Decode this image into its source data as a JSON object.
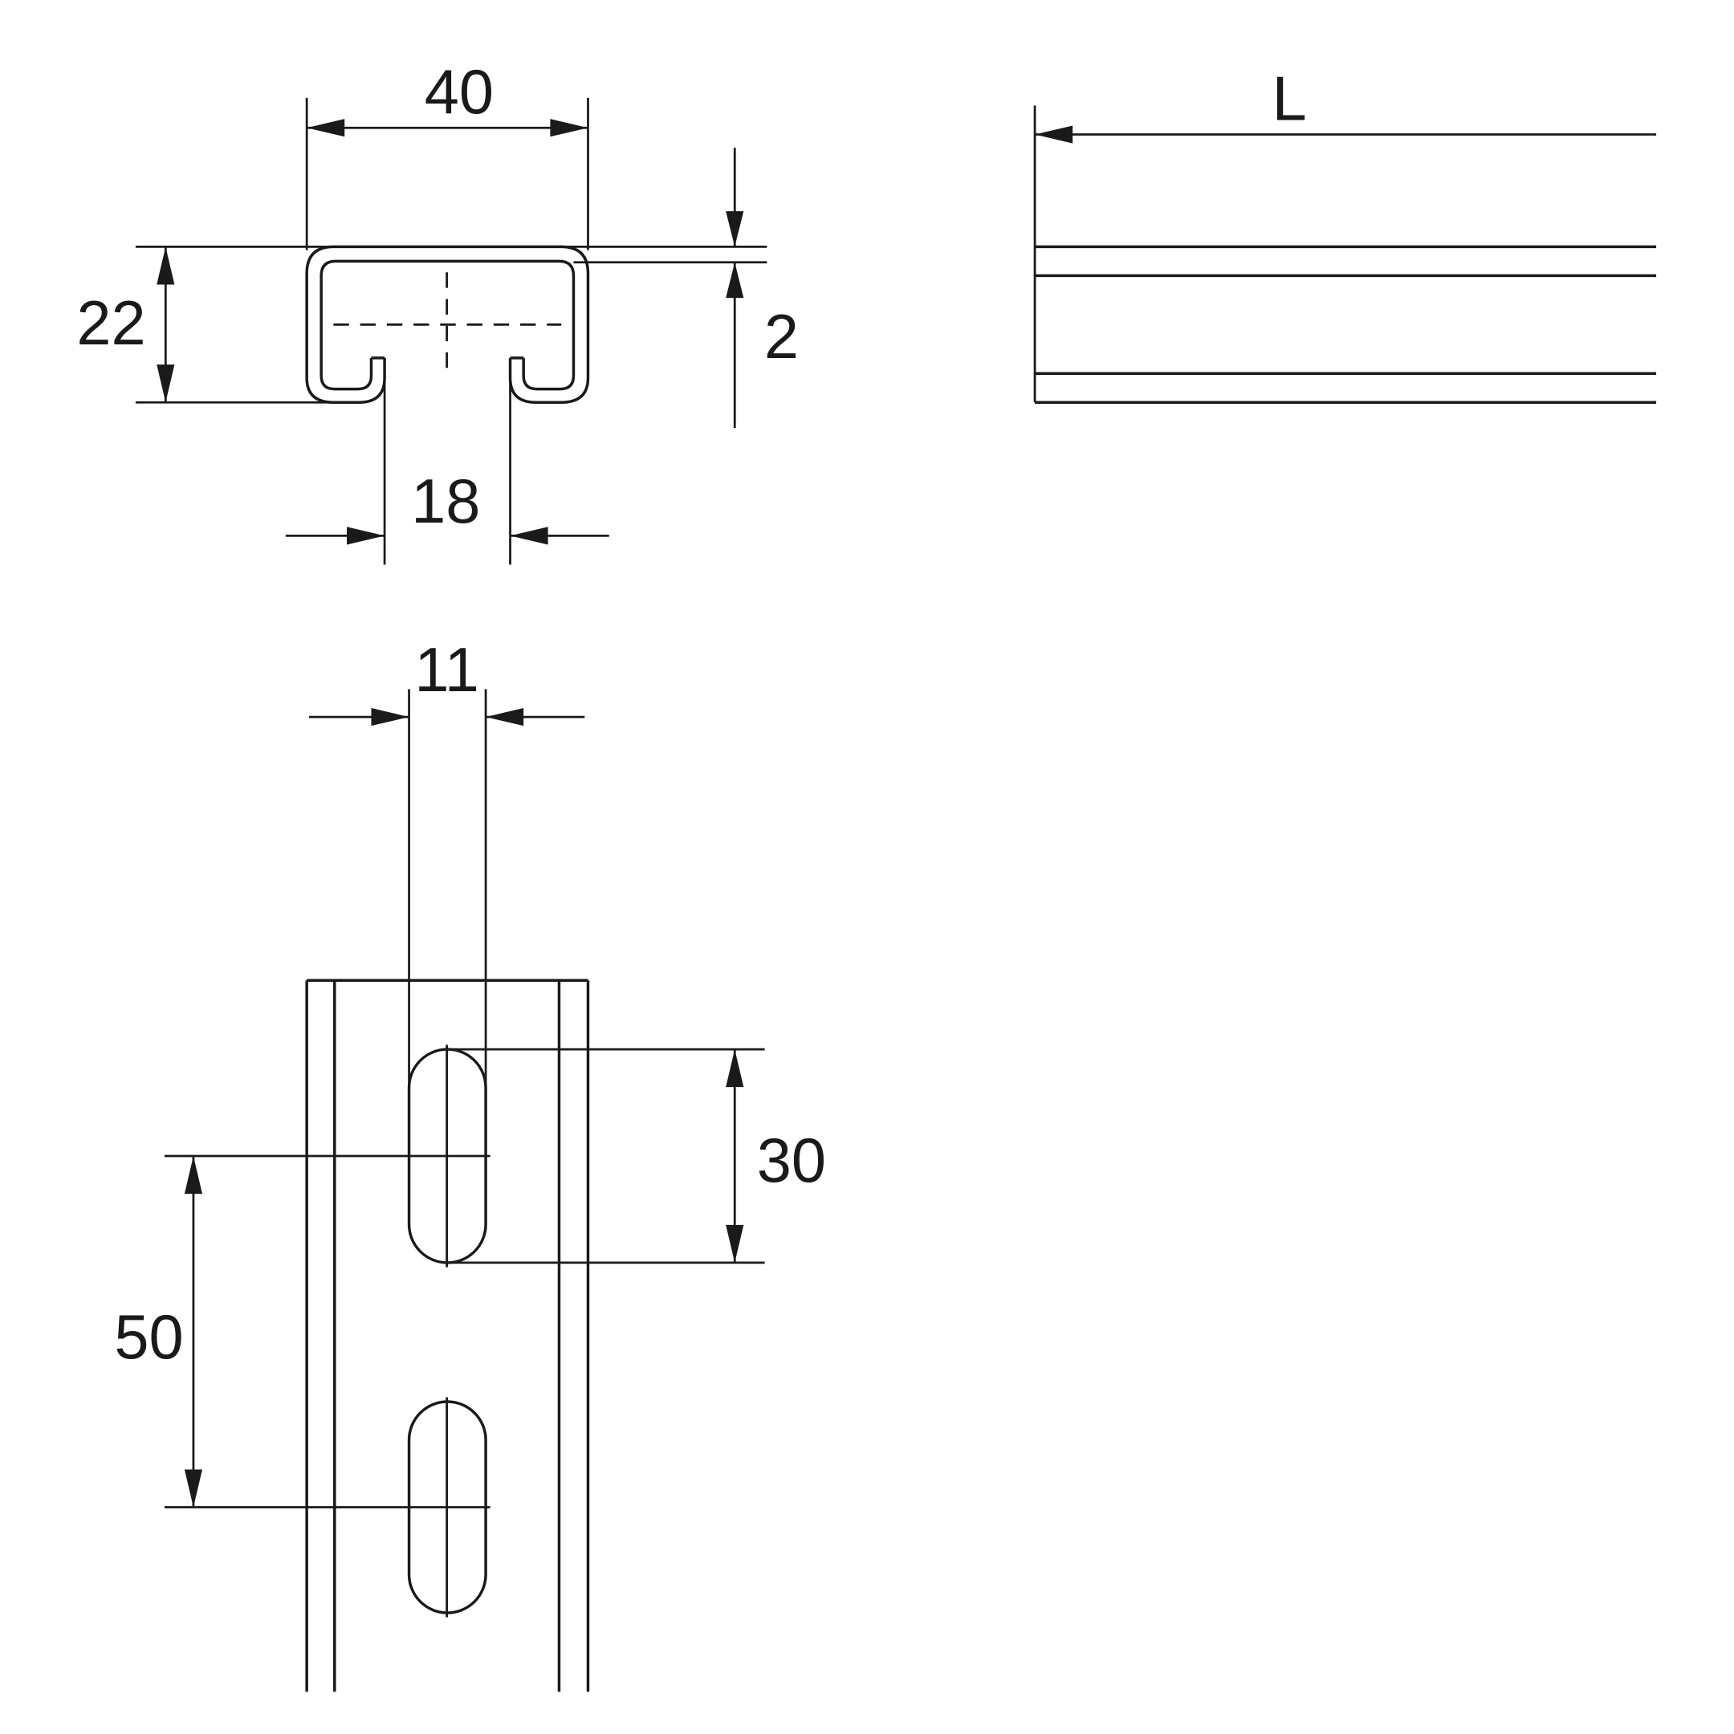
{
  "dimensions": {
    "width": "40",
    "height": "22",
    "thickness": "2",
    "slot_opening": "18",
    "slot_width": "11",
    "slot_length": "30",
    "slot_pitch": "50",
    "length": "L"
  },
  "colors": {
    "line": "#1a1a1a",
    "background": "#ffffff"
  }
}
